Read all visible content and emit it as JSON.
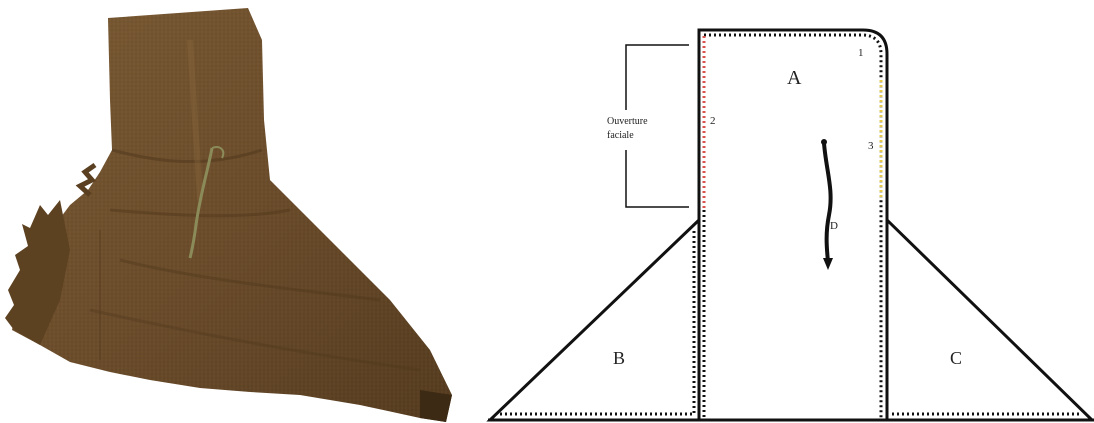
{
  "photo": {
    "colors": {
      "fabric": "#6e4f2c",
      "fabric_dark": "#4e3619",
      "fabric_light": "#8a6a40",
      "string": "#7a7a4a"
    }
  },
  "diagram": {
    "panel_labels": {
      "a": "A",
      "b": "B",
      "c": "C",
      "d": "D"
    },
    "seam_numbers": {
      "s1": "1",
      "s2": "2",
      "s3": "3"
    },
    "face_opening_label": {
      "line1": "Ouverture",
      "line2": "faciale"
    },
    "colors": {
      "outline": "#111111",
      "seam_red": "#d9534f",
      "seam_yellow": "#e6c84a",
      "stitch": "#111111"
    }
  }
}
